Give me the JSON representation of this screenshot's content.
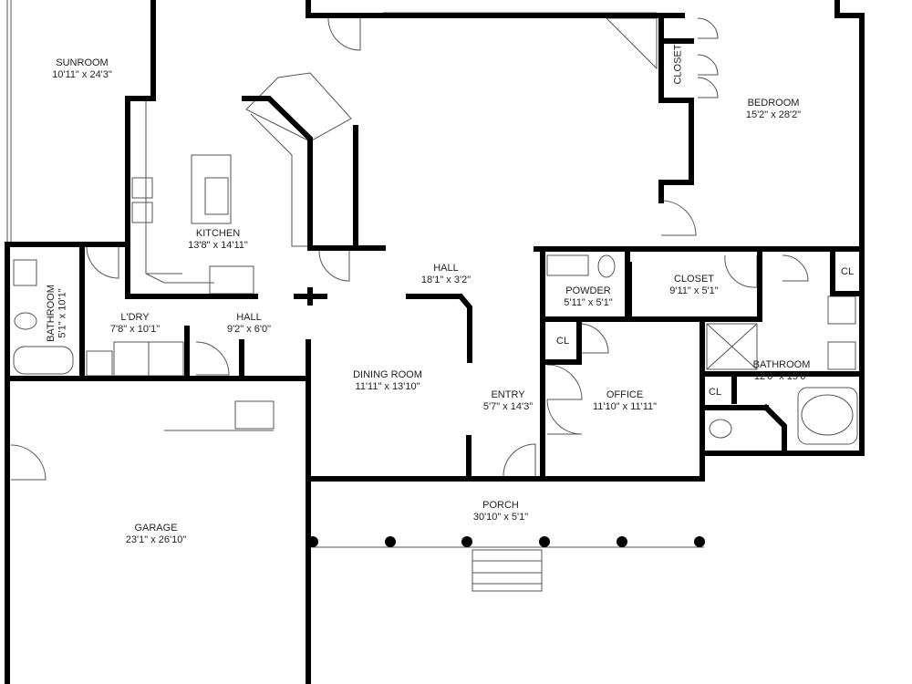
{
  "plan": {
    "rooms": [
      {
        "id": "sunroom",
        "name": "SUNROOM",
        "dims": "10'11\" x 24'3\""
      },
      {
        "id": "kitchen",
        "name": "KITCHEN",
        "dims": "13'8\" x 14'11\""
      },
      {
        "id": "bedroom",
        "name": "BEDROOM",
        "dims": "15'2\" x 28'2\""
      },
      {
        "id": "hall-main",
        "name": "HALL",
        "dims": "18'1\" x 3'2\""
      },
      {
        "id": "powder",
        "name": "POWDER",
        "dims": "5'11\" x 5'1\""
      },
      {
        "id": "closet-bed",
        "name": "CLOSET",
        "dims": "9'11\" x 5'1\""
      },
      {
        "id": "bathroom-left",
        "name": "BATHROOM",
        "dims": "5'1\" x 10'1\""
      },
      {
        "id": "laundry",
        "name": "L'DRY",
        "dims": "7'8\" x 10'1\""
      },
      {
        "id": "hall-small",
        "name": "HALL",
        "dims": "9'2\" x 6'0\""
      },
      {
        "id": "dining",
        "name": "DINING ROOM",
        "dims": "11'11\" x 13'10\""
      },
      {
        "id": "entry",
        "name": "ENTRY",
        "dims": "5'7\" x 14'3\""
      },
      {
        "id": "office",
        "name": "OFFICE",
        "dims": "11'10\" x 11'11\""
      },
      {
        "id": "bathroom-master",
        "name": "BATHROOM",
        "dims": "12'0\" x 15'6\""
      },
      {
        "id": "porch",
        "name": "PORCH",
        "dims": "30'10\" x 5'1\""
      },
      {
        "id": "garage",
        "name": "GARAGE",
        "dims": "23'1\" x 26'10\""
      }
    ],
    "closet_vertical": "CLOSET",
    "cl_tags": [
      "CL",
      "CL",
      "CL"
    ],
    "wall_color": "#000000",
    "line_color": "#555555"
  }
}
